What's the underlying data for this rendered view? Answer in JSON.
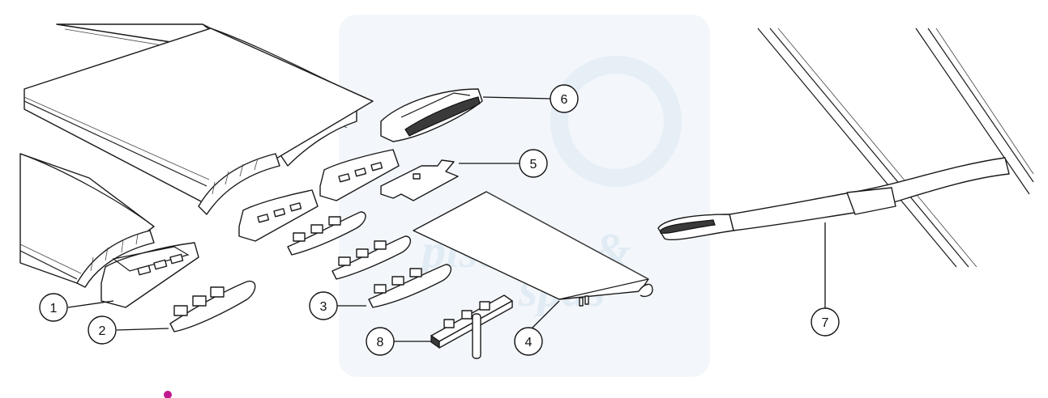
{
  "colors": {
    "line": "#1a1a1a",
    "watermark": "#dfe9f3",
    "background": "#ffffff",
    "accent_dot": "#c2188f"
  },
  "callouts": [
    {
      "id": "callout-1",
      "label": "1"
    },
    {
      "id": "callout-2",
      "label": "2"
    },
    {
      "id": "callout-3",
      "label": "3"
    },
    {
      "id": "callout-4",
      "label": "4"
    },
    {
      "id": "callout-5",
      "label": "5"
    },
    {
      "id": "callout-6",
      "label": "6"
    },
    {
      "id": "callout-7",
      "label": "7"
    },
    {
      "id": "callout-8",
      "label": "8"
    }
  ],
  "watermark": {
    "text_line1": "piscines &",
    "text_line2": "spas"
  }
}
